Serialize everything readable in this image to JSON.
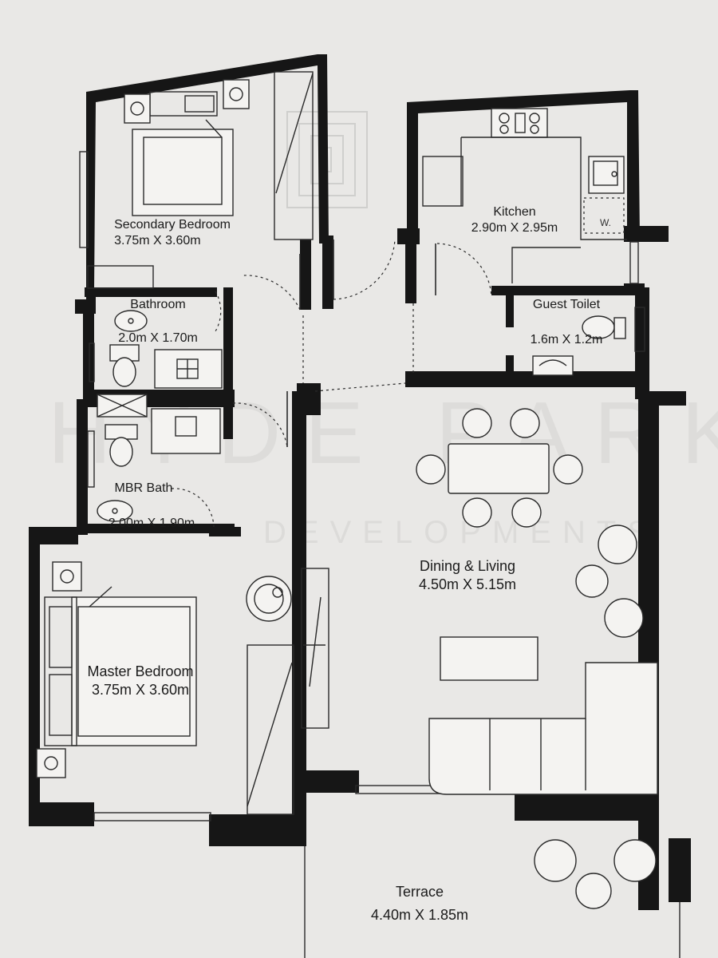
{
  "rooms": {
    "secondary_bedroom": {
      "name": "Secondary Bedroom",
      "dims": "3.75m X 3.60m"
    },
    "bathroom": {
      "name": "Bathroom",
      "dims": "2.0m X 1.70m"
    },
    "mbr_bath": {
      "name": "MBR Bath",
      "dims": "2.00m X 1.90m"
    },
    "master_bedroom": {
      "name": "Master Bedroom",
      "dims": "3.75m X 3.60m"
    },
    "kitchen": {
      "name": "Kitchen",
      "dims": "2.90m X 2.95m"
    },
    "guest_toilet": {
      "name": "Guest Toilet",
      "dims": "1.6m X 1.2m"
    },
    "dining_living": {
      "name": "Dining & Living",
      "dims": "4.50m X 5.15m"
    },
    "terrace": {
      "name": "Terrace",
      "dims": "4.40m X 1.85m"
    }
  },
  "appliance_label": "W.",
  "watermark": {
    "brand": "HYDE PARK",
    "sub": "DEVELOPMENTS"
  }
}
